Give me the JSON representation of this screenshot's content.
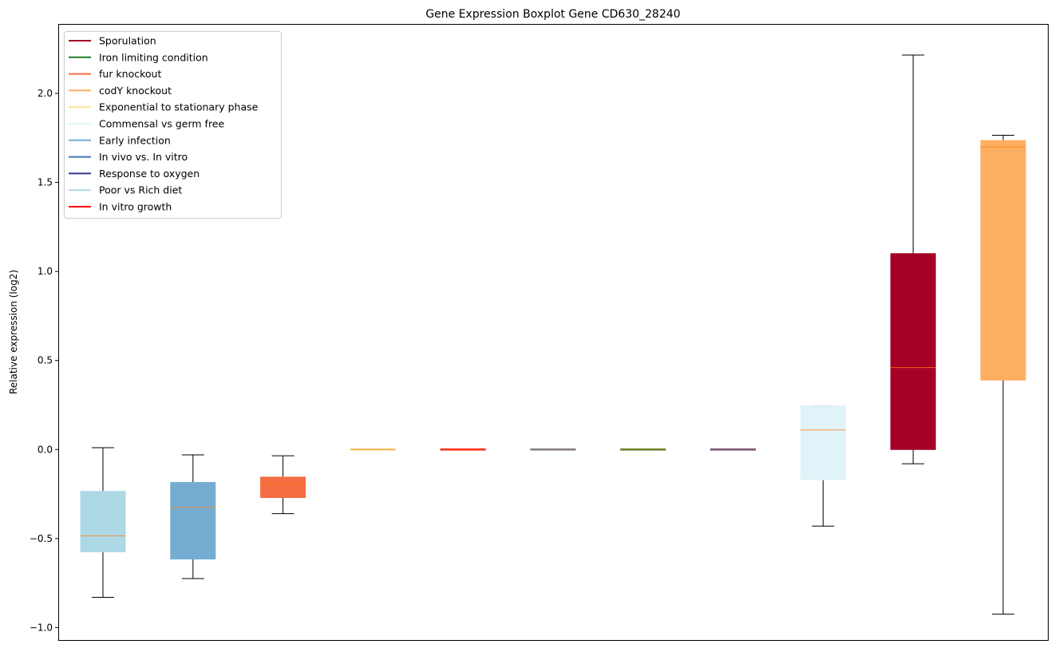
{
  "chart_data": {
    "type": "boxplot",
    "title": "Gene Expression Boxplot Gene CD630_28240",
    "xlabel": "",
    "ylabel": "Relative expression (log2)",
    "ylim": [
      -1.07,
      2.39
    ],
    "yticks": [
      -1.0,
      -0.5,
      0.0,
      0.5,
      1.0,
      1.5,
      2.0
    ],
    "ytick_labels": [
      "−1.0",
      "−0.5",
      "0.0",
      "0.5",
      "1.0",
      "1.5",
      "2.0"
    ],
    "legend_position": "upper-left",
    "legend": [
      {
        "label": "Sporulation",
        "color": "#a50026"
      },
      {
        "label": "Iron limiting condition",
        "color": "#1a7a2a"
      },
      {
        "label": "fur knockout",
        "color": "#f46d43"
      },
      {
        "label": "codY knockout",
        "color": "#fdae61"
      },
      {
        "label": "Exponential to stationary phase",
        "color": "#fee090"
      },
      {
        "label": "Commensal vs germ free",
        "color": "#e0f3f8"
      },
      {
        "label": "Early infection",
        "color": "#74add1"
      },
      {
        "label": "In vivo vs. In vitro",
        "color": "#4575b4"
      },
      {
        "label": "Response to oxygen",
        "color": "#313695"
      },
      {
        "label": "Poor vs Rich diet",
        "color": "#add8e6"
      },
      {
        "label": "In vitro growth",
        "color": "#ff0000"
      }
    ],
    "median_color": "#ff7f0e",
    "boxes": [
      {
        "group": "Poor vs Rich diet",
        "color": "#add8e6",
        "whislo": -0.83,
        "q1": -0.575,
        "med": -0.485,
        "q3": -0.235,
        "whishi": 0.01
      },
      {
        "group": "Early infection",
        "color": "#74add1",
        "whislo": -0.725,
        "q1": -0.615,
        "med": -0.325,
        "q3": -0.185,
        "whishi": -0.03
      },
      {
        "group": "fur knockout",
        "color": "#f46d43",
        "whislo": -0.36,
        "q1": -0.27,
        "med": -0.19,
        "q3": -0.155,
        "whishi": -0.035
      },
      {
        "group": "Exponential to stationary phase",
        "color": "#fee090",
        "whislo": 0,
        "q1": 0,
        "med": 0,
        "q3": 0,
        "whishi": 0
      },
      {
        "group": "In vitro growth",
        "color": "#ff0000",
        "whislo": 0,
        "q1": 0,
        "med": 0,
        "q3": 0,
        "whishi": 0
      },
      {
        "group": "In vivo vs. In vitro",
        "color": "#4575b4",
        "whislo": 0,
        "q1": 0,
        "med": 0,
        "q3": 0,
        "whishi": 0
      },
      {
        "group": "Iron limiting condition",
        "color": "#1a7a2a",
        "whislo": 0,
        "q1": 0,
        "med": 0,
        "q3": 0,
        "whishi": 0
      },
      {
        "group": "Response to oxygen",
        "color": "#313695",
        "whislo": 0,
        "q1": 0,
        "med": 0,
        "q3": 0,
        "whishi": 0
      },
      {
        "group": "Commensal vs germ free",
        "color": "#e0f3f8",
        "whislo": -0.43,
        "q1": -0.17,
        "med": 0.11,
        "q3": 0.245,
        "whishi": 0.245
      },
      {
        "group": "Sporulation",
        "color": "#a50026",
        "whislo": -0.08,
        "q1": 0.0,
        "med": 0.46,
        "q3": 1.1,
        "whishi": 2.215
      },
      {
        "group": "codY knockout",
        "color": "#fdae61",
        "whislo": -0.925,
        "q1": 0.39,
        "med": 1.7,
        "q3": 1.735,
        "whishi": 1.765
      }
    ]
  }
}
